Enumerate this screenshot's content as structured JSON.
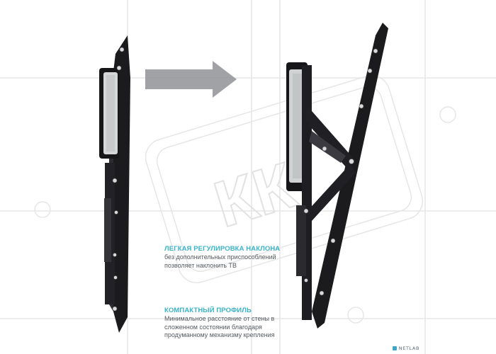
{
  "watermark": {
    "text": "КК"
  },
  "features": [
    {
      "title": "ЛЕГКАЯ РЕГУЛИРОВКА НАКЛОНА",
      "lines": [
        "без дополнительных приспособлений",
        "позволяет наклонить ТВ"
      ]
    },
    {
      "title": "КОМПАКТНЫЙ ПРОФИЛЬ",
      "lines": [
        "Минимальное расстояние от стены в",
        "сложенном состоянии благодаря",
        "продуманному механизму крепления"
      ]
    }
  ],
  "brand": {
    "name": "NETLAB"
  },
  "colors": {
    "accent": "#39b3c7",
    "bracket": "#1b1b1e",
    "arrow": "#8a8d91",
    "watermark": "#e4e4e4"
  }
}
